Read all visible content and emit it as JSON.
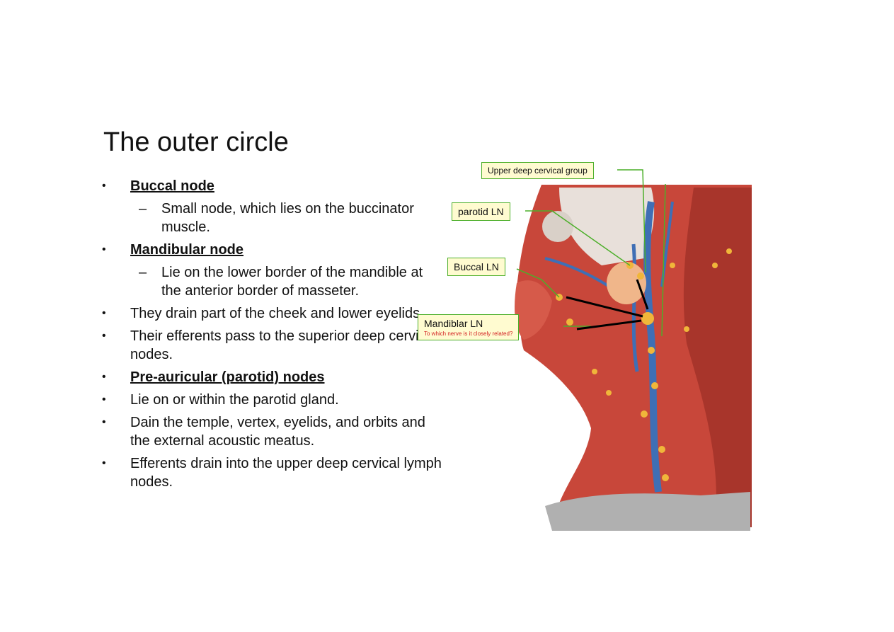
{
  "slide": {
    "title": "The outer circle",
    "bullets": [
      {
        "text": "Buccal node",
        "heading": true
      },
      {
        "text": "Small node, which  lies on the buccinator muscle.",
        "sub": true
      },
      {
        "text": "Mandibular node",
        "heading": true
      },
      {
        "text": "Lie on the lower border of the mandible at the anterior border of masseter.",
        "sub": true
      },
      {
        "text": "They drain part of the cheek and lower eyelids."
      },
      {
        "text": "Their efferents pass to the superior deep cervical nodes."
      },
      {
        "text": "Pre-auricular (parotid) nodes",
        "heading": true
      },
      {
        "text": "Lie on or within the parotid gland."
      },
      {
        "text": "Dain the temple, vertex, eyelids, and orbits and the external acoustic meatus."
      },
      {
        "text": "Efferents drain into the upper deep cervical lymph nodes."
      }
    ],
    "bullet_symbol": "•",
    "dash_symbol": "–"
  },
  "figure": {
    "labels": {
      "upper_deep": "Upper deep cervical group",
      "parotid": "parotid LN",
      "buccal": "Buccal LN",
      "mandibular": "Mandiblar LN",
      "mandibular_note": "To which nerve is it closely related?"
    },
    "colors": {
      "label_border": "#4caf2a",
      "label_fill": "#fffbd0",
      "note_text": "#d32222",
      "muscle": "#c8473a",
      "vein": "#3f6fb5",
      "node": "#f0b63a"
    }
  }
}
